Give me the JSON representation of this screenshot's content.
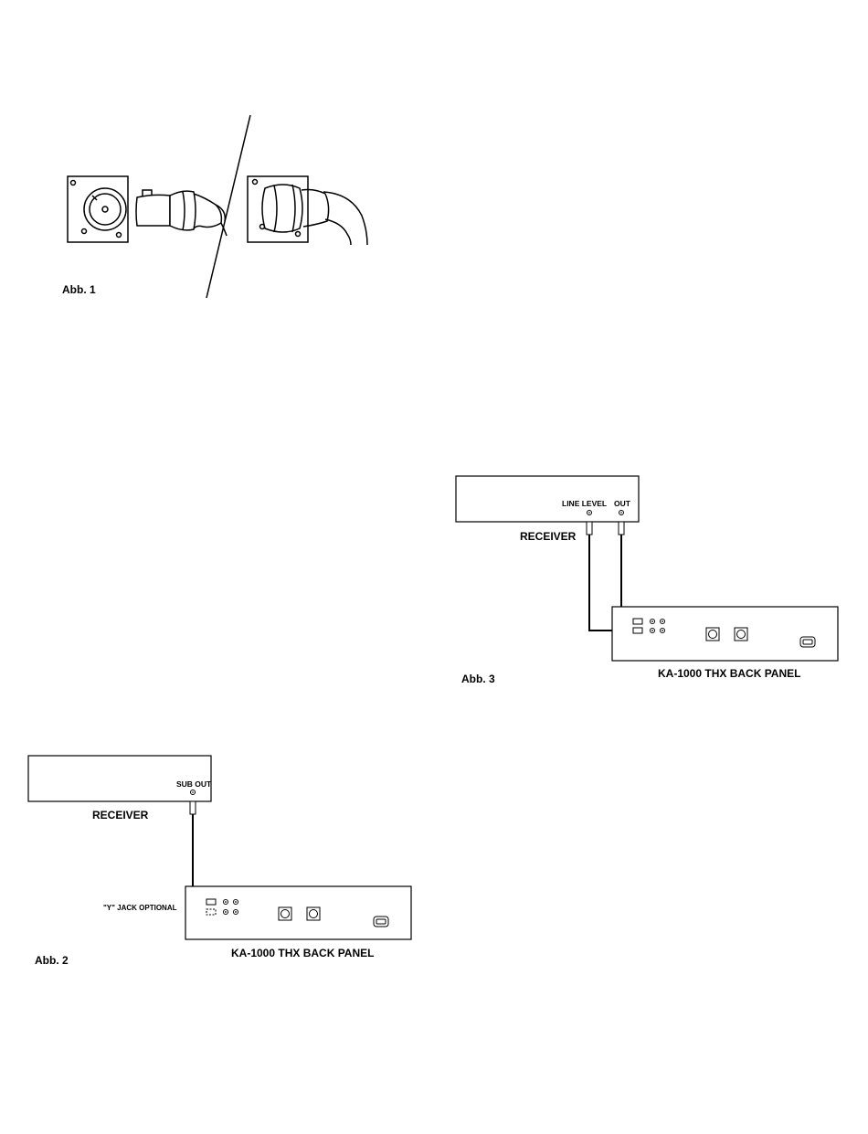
{
  "fig1": {
    "caption": "Abb. 1"
  },
  "fig2": {
    "caption": "Abb. 2",
    "receiver_label": "RECEIVER",
    "port_label": "SUB OUT",
    "y_jack_label": "\"Y\" JACK OPTIONAL",
    "panel_label": "KA-1000 THX BACK PANEL"
  },
  "fig3": {
    "caption": "Abb. 3",
    "receiver_label": "RECEIVER",
    "port_left_label": "LINE LEVEL",
    "port_right_label": "OUT",
    "panel_label": "KA-1000 THX BACK PANEL"
  }
}
